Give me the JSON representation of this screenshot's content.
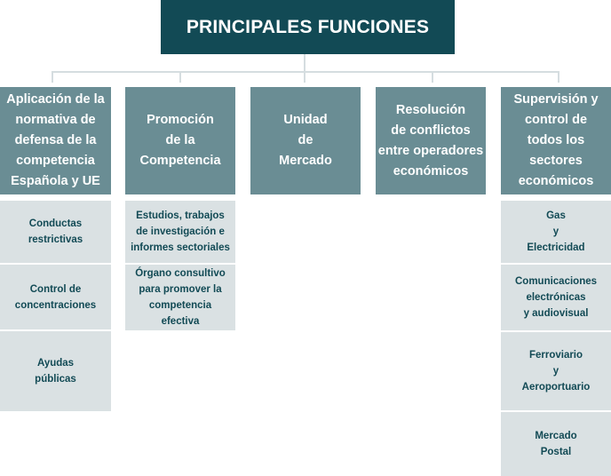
{
  "title": "PRINCIPALES FUNCIONES",
  "colors": {
    "title_bg": "#124a55",
    "header_bg": "#6a8d94",
    "item_bg": "#dae1e3",
    "item_text": "#124a55",
    "connector": "#d5dde0"
  },
  "columns": [
    {
      "header": "Aplicación de la\nnormativa de\ndefensa de la\ncompetencia\nEspañola y UE",
      "items": [
        "Conductas\nrestrictivas",
        "Control de\nconcentraciones",
        "Ayudas\npúblicas"
      ]
    },
    {
      "header": "Promoción\nde la\nCompetencia",
      "items": [
        "Estudios, trabajos\nde investigación e\ninformes sectoriales",
        "Órgano consultivo\npara promover la\ncompetencia efectiva"
      ]
    },
    {
      "header": "Unidad\nde\nMercado",
      "items": []
    },
    {
      "header": "Resolución\nde conflictos\nentre operadores\neconómicos",
      "items": []
    },
    {
      "header": "Supervisión y\ncontrol de\ntodos los\nsectores\neconómicos",
      "items": [
        "Gas\ny\nElectricidad",
        "Comunicaciones\nelectrónicas\ny audiovisual",
        "Ferroviario\ny\nAeroportuario",
        "Mercado\nPostal"
      ]
    }
  ]
}
